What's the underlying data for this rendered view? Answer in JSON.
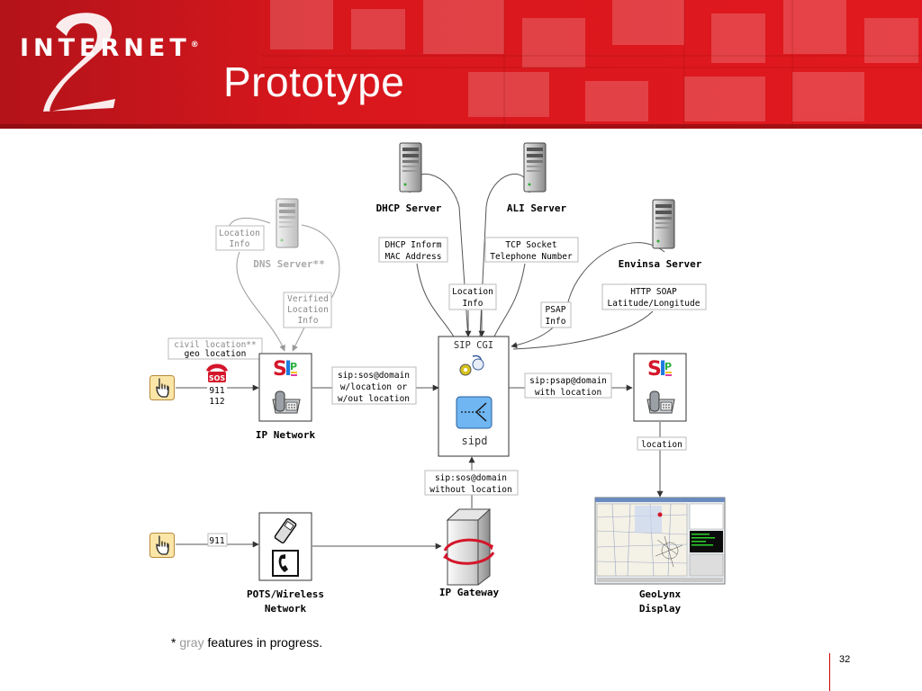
{
  "slide": {
    "title": "Prototype",
    "logo": "INTERNET",
    "logo_mark": "®",
    "page_number": "32",
    "footnote_star": "*",
    "footnote_gray": "gray",
    "footnote_rest": "features in progress."
  },
  "colors": {
    "header_red": "#d2161b",
    "header_dark": "#8a0e10",
    "wire": "#555555",
    "gray": "#9a9a9a"
  },
  "servers": {
    "dhcp": "DHCP Server",
    "ali": "ALI Server",
    "envinsa": "Envinsa Server",
    "dns": "DNS Server**"
  },
  "labels": {
    "location_info_gray": [
      "Location",
      "Info"
    ],
    "dhcp_inform": [
      "DHCP Inform",
      "MAC Address"
    ],
    "tcp_socket": [
      "TCP Socket",
      "Telephone Number"
    ],
    "verified": [
      "Verified",
      "Location",
      "Info"
    ],
    "location_info": [
      "Location",
      "Info"
    ],
    "psap_info": [
      "PSAP",
      "Info"
    ],
    "http_soap": [
      "HTTP SOAP",
      "Latitude/Longitude"
    ],
    "civil": "civil location**",
    "geo": "geo location",
    "emergency_numbers": [
      "911",
      "112"
    ],
    "sos_badge": "SOS",
    "sip_sos_with": [
      "sip:sos@domain",
      "w/location or",
      "w/out location"
    ],
    "sip_cgi": "SIP CGI",
    "sipd": "sipd",
    "sip_psap": [
      "sip:psap@domain",
      "with location"
    ],
    "location": "location",
    "ip_network": "IP Network",
    "sip_sos_without": [
      "sip:sos@domain",
      "without location"
    ],
    "pots_911": "911",
    "pots_network": [
      "POTS/Wireless",
      "Network"
    ],
    "ip_gateway": "IP Gateway",
    "geolynx": [
      "GeoLynx",
      "Display"
    ]
  },
  "sip_logo_letters": [
    "S",
    "I",
    "P"
  ],
  "icons": [
    "server-icon",
    "hand-pointer-icon",
    "sos-phone-icon",
    "desk-phone-icon",
    "gear-icon",
    "arrow-icon",
    "mobile-phone-icon",
    "handset-icon",
    "gateway-icon",
    "map-display-icon"
  ]
}
